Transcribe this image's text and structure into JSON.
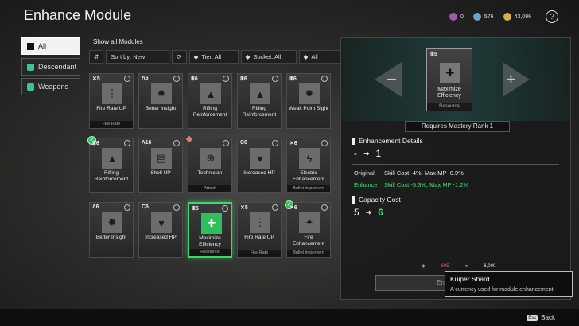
{
  "title": "Enhance Module",
  "currencies": [
    {
      "icon": "gold-coin-plus-icon",
      "value": "0"
    },
    {
      "icon": "kuiper-shard-icon",
      "value": "576"
    },
    {
      "icon": "gold-icon",
      "value": "43,096"
    }
  ],
  "help_label": "?",
  "categories": [
    {
      "label": "All",
      "icon": "stack-icon",
      "active": true
    },
    {
      "label": "Descendant",
      "icon": "descendant-icon",
      "active": false
    },
    {
      "label": "Weapons",
      "icon": "weapon-icon",
      "active": false
    }
  ],
  "show_all": "Show all Modules",
  "filters": {
    "sort": "Sort by: New",
    "tier": "Tier: All",
    "socket": "Socket: All",
    "all": "All"
  },
  "modules": [
    {
      "cost": "✕5",
      "name": "Fire Rate UP",
      "sub": "Fire Rate",
      "glyph": "⋮"
    },
    {
      "cost": "Λ6",
      "name": "Better Insight",
      "sub": "",
      "glyph": "✸"
    },
    {
      "cost": "Ⅲ6",
      "name": "Rifling Reinforcement",
      "sub": "",
      "glyph": "▲"
    },
    {
      "cost": "Ⅲ6",
      "name": "Rifling Reinforcement",
      "sub": "",
      "glyph": "▲"
    },
    {
      "cost": "Ⅲ6",
      "name": "Weak Point Sight",
      "sub": "",
      "glyph": "✹"
    },
    {
      "cost": "Ⅲ6",
      "name": "Rifling Reinforcement",
      "sub": "",
      "glyph": "▲",
      "check": true
    },
    {
      "cost": "Λ16",
      "name": "Shell UP",
      "sub": "",
      "glyph": "▤"
    },
    {
      "cost": "",
      "name": "Technician",
      "sub": "Attack",
      "glyph": "⊕",
      "diamond": true
    },
    {
      "cost": "C6",
      "name": "Increased HP",
      "sub": "",
      "glyph": "♥"
    },
    {
      "cost": "✕6",
      "name": "Electric Enhancement",
      "sub": "Bullet improvem",
      "glyph": "ϟ"
    },
    {
      "cost": "Λ6",
      "name": "Better Insight",
      "sub": "",
      "glyph": "✸"
    },
    {
      "cost": "C6",
      "name": "Increased HP",
      "sub": "",
      "glyph": "♥"
    },
    {
      "cost": "Ⅲ5",
      "name": "Maximize Efficiency",
      "sub": "Resource",
      "glyph": "✚",
      "selected": true
    },
    {
      "cost": "✕5",
      "name": "Fire Rate UP",
      "sub": "Fire Rate",
      "glyph": "⋮"
    },
    {
      "cost": "✕6",
      "name": "Fire Enhancement",
      "sub": "Bullet improvem",
      "glyph": "✦",
      "check": true
    }
  ],
  "detail": {
    "card": {
      "cost": "Ⅲ5",
      "name": "Maximize Efficiency",
      "sub": "Resource"
    },
    "requires": "Requires Mastery Rank 1",
    "enh_title": "Enhancement Details",
    "level_from": "-",
    "level_to": "1",
    "original_label": "Original",
    "original_value": "Skill Cost -4%, Max MP -0.9%",
    "enhance_label": "Enhance",
    "enhance_value": "Skill Cost -5.3%, Max MP -1.2%",
    "cap_title": "Capacity Cost",
    "cap_from": "5",
    "cap_to": "6",
    "price_shard": "695",
    "price_gold": "6,000",
    "enhance_button": "En"
  },
  "tooltip": {
    "title": "Kuiper Shard",
    "desc": "A currency used for module enhancement."
  },
  "back": {
    "key": "Esc",
    "label": "Back"
  }
}
